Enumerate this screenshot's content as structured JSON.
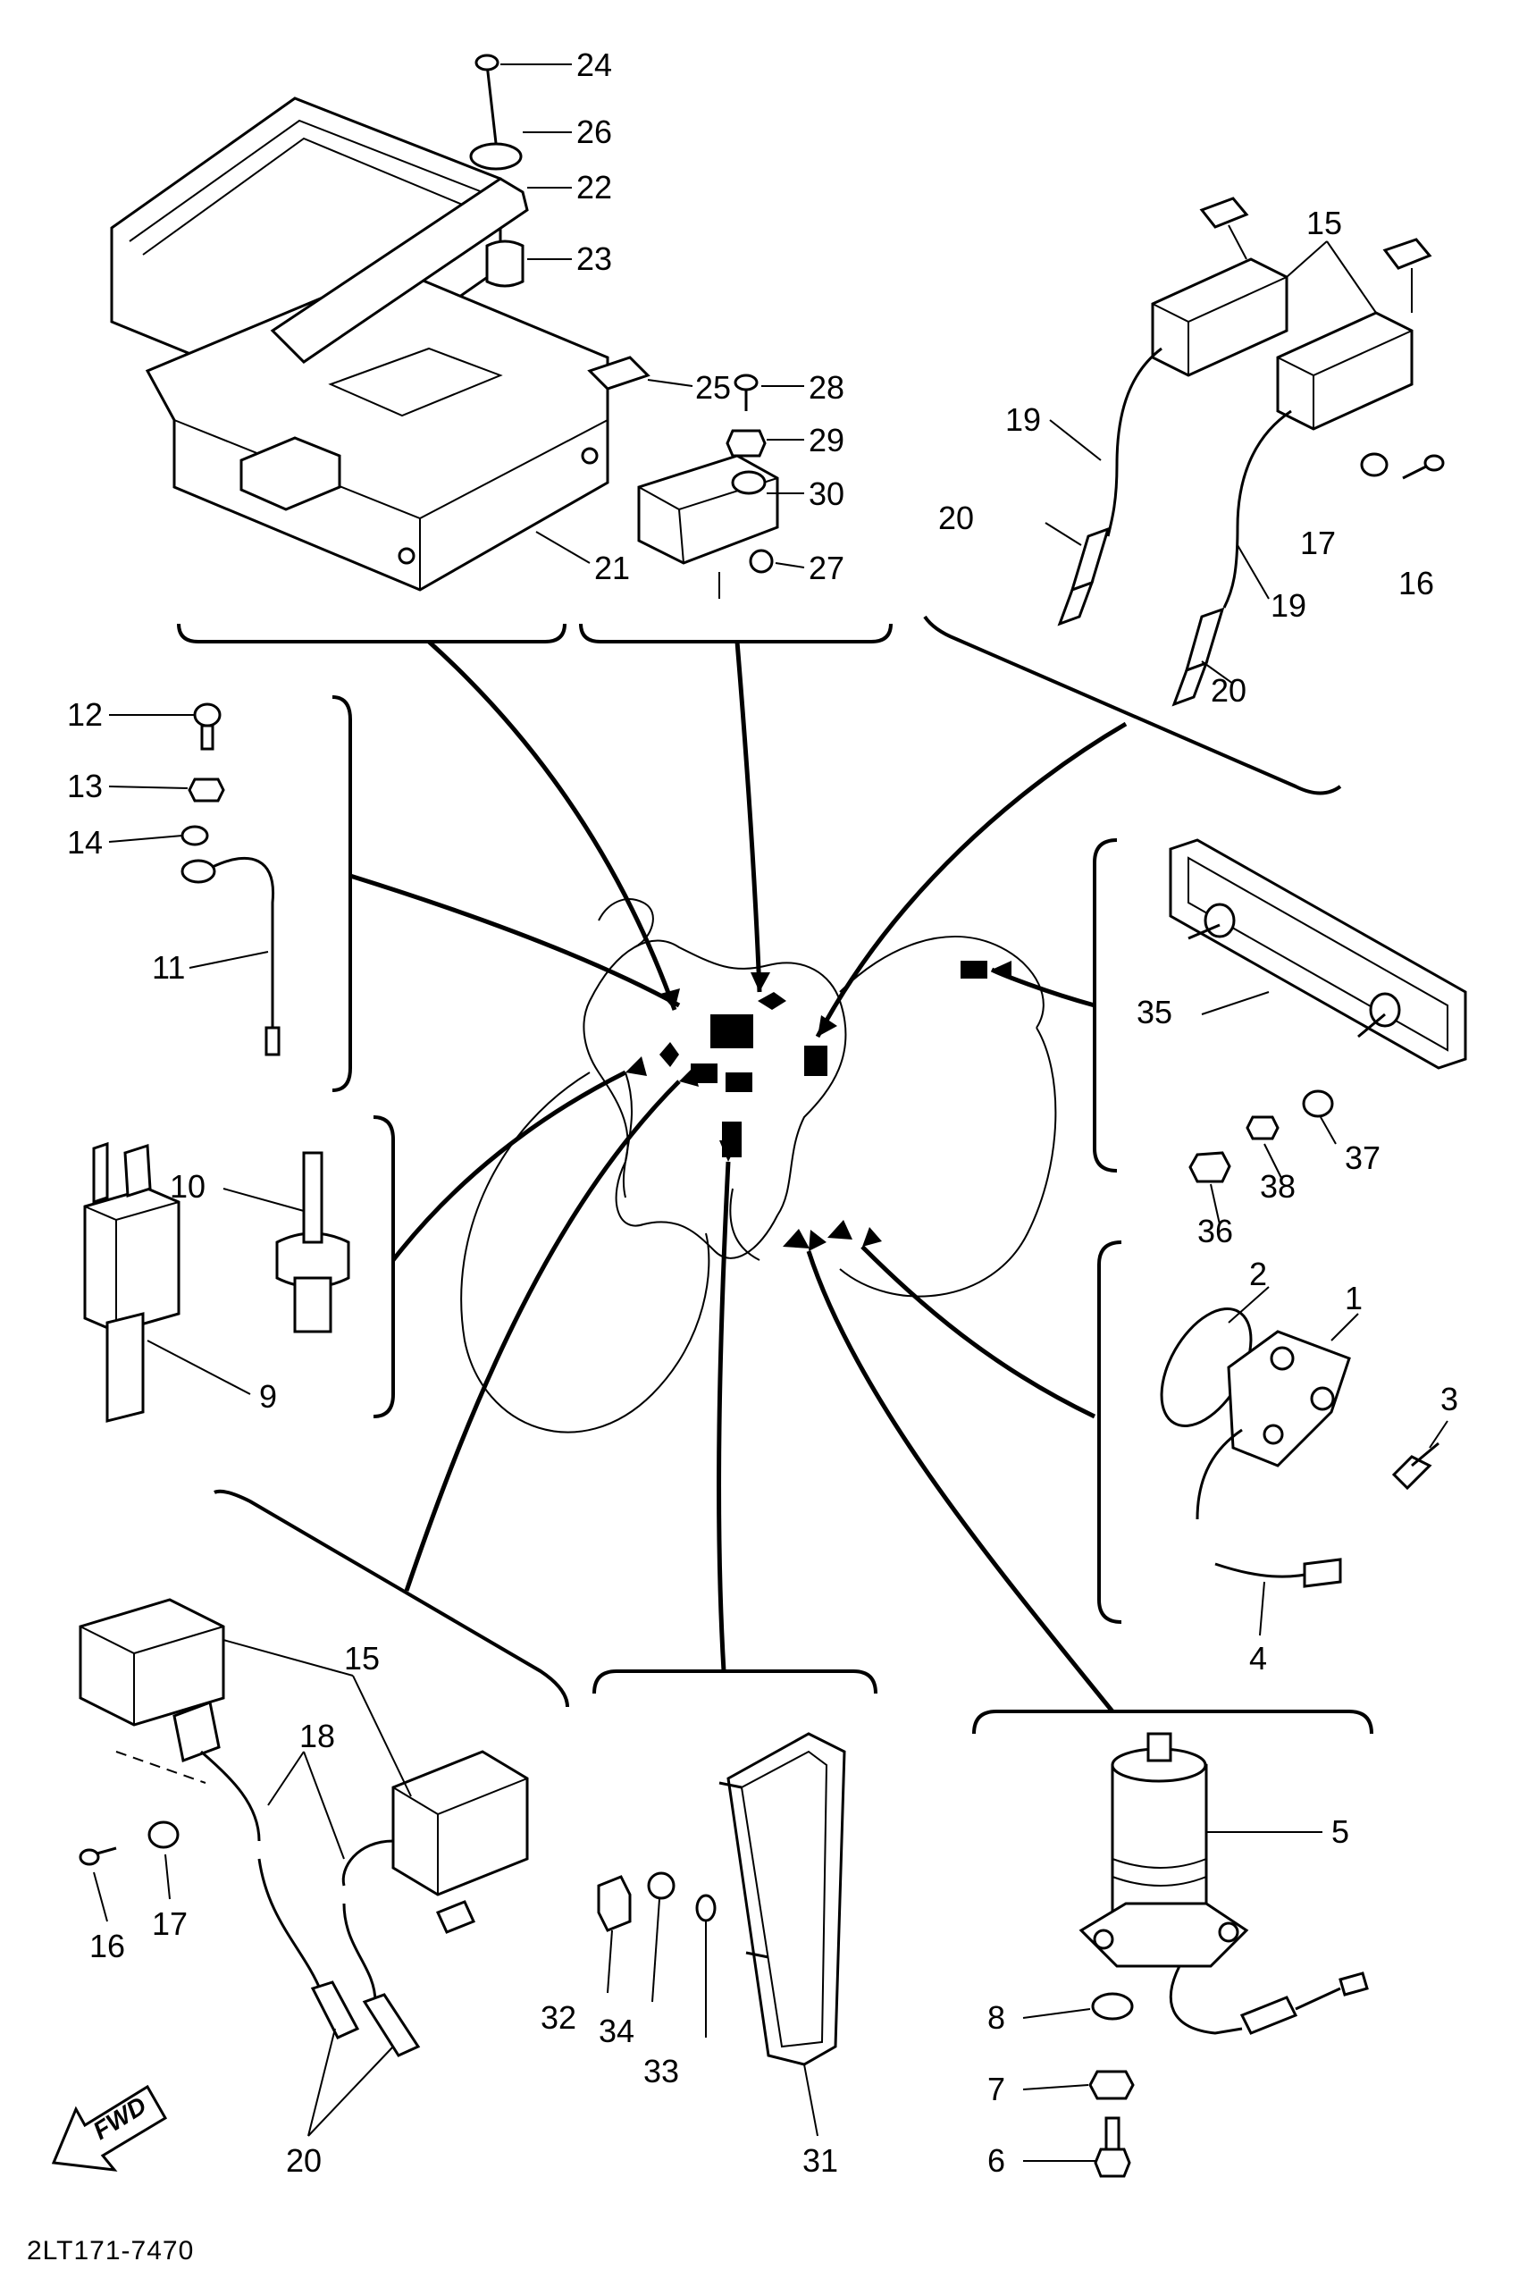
{
  "diagram_code": "2LT171-7470",
  "fwd_label": "FWD",
  "callouts": {
    "c24": "24",
    "c26": "26",
    "c22": "22",
    "c23": "23",
    "c25": "25",
    "c28": "28",
    "c29": "29",
    "c30": "30",
    "c27": "27",
    "c21": "21",
    "c15_top": "15",
    "c19_a": "19",
    "c20_a": "20",
    "c17_r": "17",
    "c16_r": "16",
    "c19_b": "19",
    "c20_b": "20",
    "c12": "12",
    "c13": "13",
    "c14": "14",
    "c11": "11",
    "c35": "35",
    "c37": "37",
    "c38": "38",
    "c36": "36",
    "c10": "10",
    "c9": "9",
    "c2": "2",
    "c1": "1",
    "c3": "3",
    "c4": "4",
    "c15_bot": "15",
    "c18": "18",
    "c16_l": "16",
    "c17_l": "17",
    "c20_bot": "20",
    "c32": "32",
    "c34": "34",
    "c33": "33",
    "c31": "31",
    "c5": "5",
    "c8": "8",
    "c7": "7",
    "c6": "6"
  }
}
